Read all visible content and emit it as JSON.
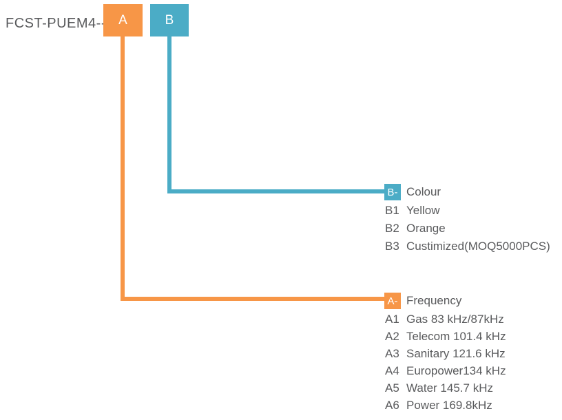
{
  "title": "FCST-PUEM4--",
  "colors": {
    "orange": "#F79647",
    "teal": "#4BACC6",
    "text": "#595A5C"
  },
  "code_boxes": {
    "a": "A",
    "b": "B"
  },
  "sections": {
    "colour": {
      "code": "B-",
      "title": "Colour",
      "items": [
        {
          "code": "B1",
          "label": "Yellow"
        },
        {
          "code": "B2",
          "label": "Orange"
        },
        {
          "code": "B3",
          "label": "Custimized(MOQ5000PCS)"
        }
      ]
    },
    "frequency": {
      "code": "A-",
      "title": "Frequency",
      "items": [
        {
          "code": "A1",
          "label": "Gas 83 kHz/87kHz"
        },
        {
          "code": "A2",
          "label": "Telecom 101.4 kHz"
        },
        {
          "code": "A3",
          "label": "Sanitary 121.6 kHz"
        },
        {
          "code": "A4",
          "label": "Europower134 kHz"
        },
        {
          "code": "A5",
          "label": "Water 145.7 kHz"
        },
        {
          "code": "A6",
          "label": "Power 169.8kHz"
        }
      ]
    }
  }
}
